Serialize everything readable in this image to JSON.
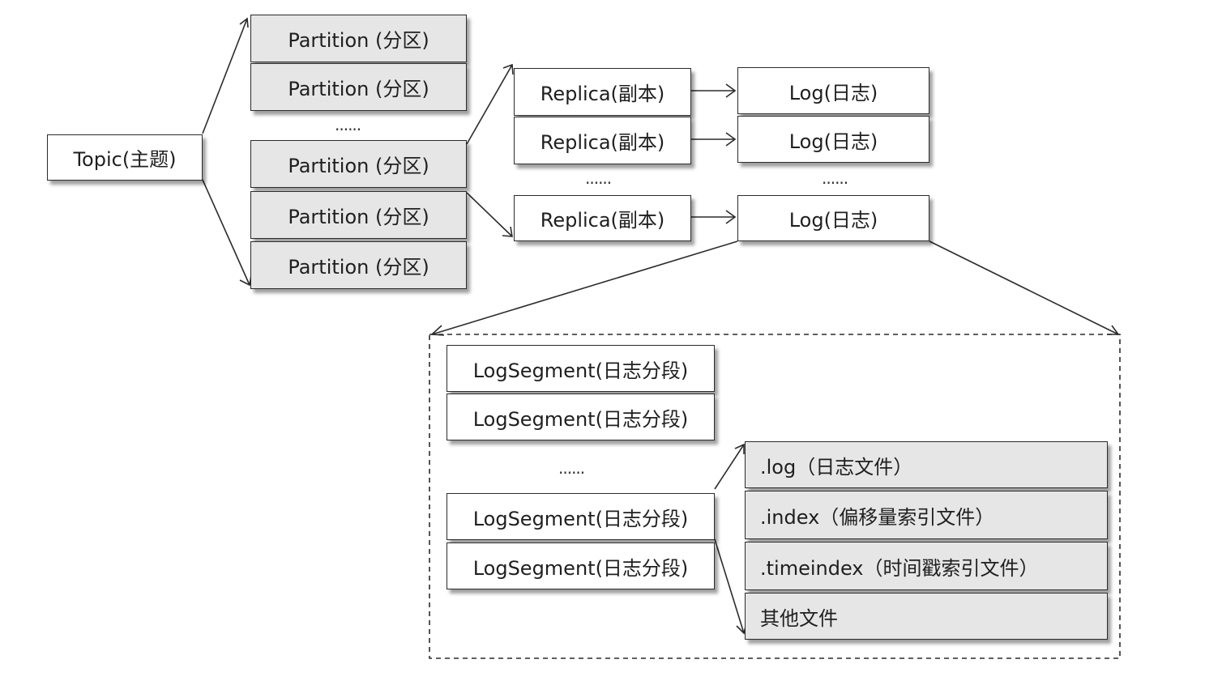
{
  "topic": "Topic(主题)",
  "partitions": [
    "Partition (分区)",
    "Partition (分区)",
    "Partition (分区)",
    "Partition (分区)",
    "Partition (分区)"
  ],
  "replicas": [
    "Replica(副本)",
    "Replica(副本)",
    "Replica(副本)"
  ],
  "logs": [
    "Log(日志)",
    "Log(日志)",
    "Log(日志)"
  ],
  "log_segments": [
    "LogSegment(日志分段)",
    "LogSegment(日志分段)",
    "LogSegment(日志分段)",
    "LogSegment(日志分段)"
  ],
  "segment_files": [
    ".log（日志文件）",
    ".index（偏移量索引文件）",
    ".timeindex（时间戳索引文件）",
    "其他文件"
  ],
  "ellipsis": "......"
}
